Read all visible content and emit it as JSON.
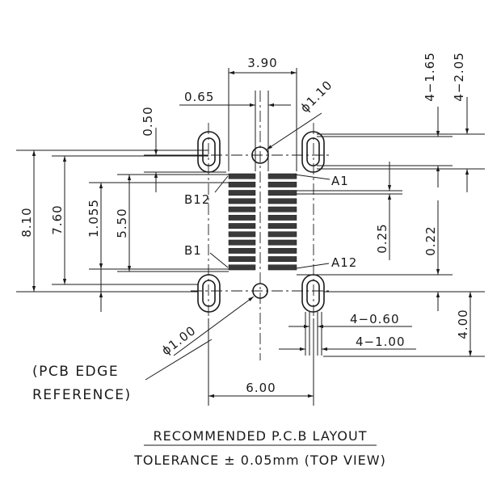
{
  "dimensions": {
    "top_width": "3.90",
    "pitch": "0.65",
    "npth_dia": "ϕ1.10",
    "slot_top_h1": "4−1.65",
    "slot_top_h2": "4−2.05",
    "top_offset": "0.50",
    "total_height": "8.10",
    "slot_span": "7.60",
    "pad_offset": "1.055",
    "pad_span": "5.50",
    "pad_width": "0.25",
    "pad_gap": "0.22",
    "slot_bot_w1": "4−0.60",
    "slot_bot_w2": "4−1.00",
    "edge_offset": "4.00",
    "slot_pitch": "6.00",
    "ptc_dia": "ϕ1.00"
  },
  "labels": {
    "a1": "A1",
    "b12": "B12",
    "b1": "B1",
    "a12": "A12"
  },
  "note": {
    "line1": "(PCB EDGE",
    "line2": "REFERENCE)"
  },
  "caption": {
    "line1": "RECOMMENDED P.C.B LAYOUT",
    "line2": "TOLERANCE ± 0.05mm (TOP VIEW)"
  },
  "pad_rows": 12
}
